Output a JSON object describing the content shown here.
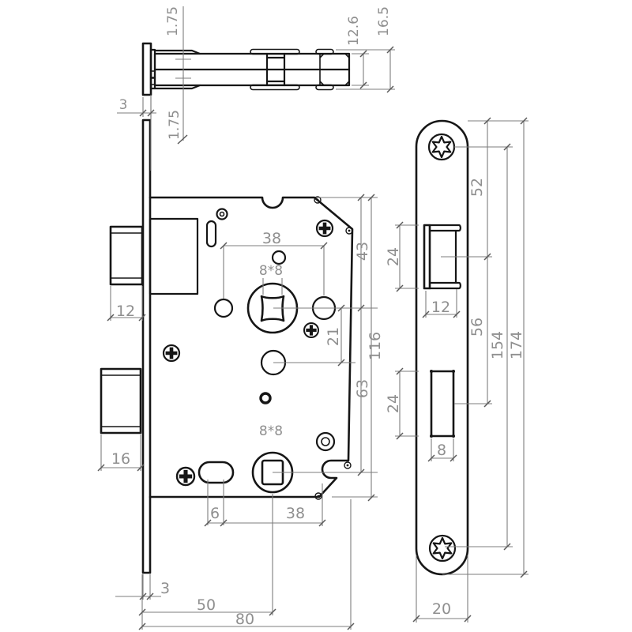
{
  "drawing": {
    "subject": "mortise-door-lock-technical-drawing",
    "views": [
      "bolt-side-view",
      "lock-case-front-view",
      "faceplate-front-view"
    ]
  },
  "colors": {
    "background": "#ffffff",
    "part_line": "#161616",
    "dimension_line": "#7d7d7d",
    "dimension_text": "#8f8f8f"
  },
  "dimensions": {
    "bolt_side_view": {
      "rail_offset_top": "1.75",
      "bolt_height": "12.6",
      "overall_height": "16.5",
      "faceplate_thickness": "3",
      "rail_offset_bottom": "1.75"
    },
    "case_front_view": {
      "latch_protrusion": "12",
      "top_hole_spacing": "38",
      "spindle_square_top": "8*8",
      "top_to_spindle": "43",
      "spindle_to_hole": "21",
      "case_height": "116",
      "spindle_to_spindle": "63",
      "deadbolt_protrusion": "16",
      "spindle_square_bottom": "8*8",
      "slot_width": "6",
      "slot_to_follower": "38",
      "faceplate_thickness": "3",
      "backset": "50",
      "case_depth": "80"
    },
    "faceplate_front_view": {
      "top_to_latch_center": "52",
      "latch_cutout_height": "24",
      "latch_cutout_width": "12",
      "latch_to_deadbolt_center": "56",
      "screw_center_spacing": "154",
      "faceplate_height": "174",
      "deadbolt_cutout_height": "24",
      "deadbolt_cutout_width": "8",
      "faceplate_width": "20"
    }
  }
}
